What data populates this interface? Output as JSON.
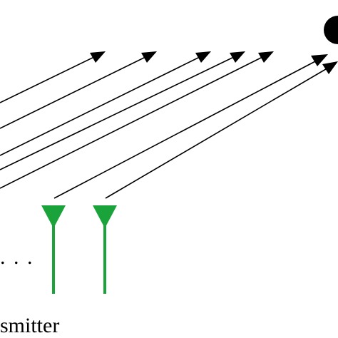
{
  "diagram": {
    "ellipsis": ". . .",
    "caption": "smitter",
    "colors": {
      "rays": "#000000",
      "antenna": "#1aa33a",
      "target": "#000000"
    },
    "elements": {
      "ray_count": 7,
      "antenna_count": 2,
      "target_shape": "circle"
    }
  }
}
